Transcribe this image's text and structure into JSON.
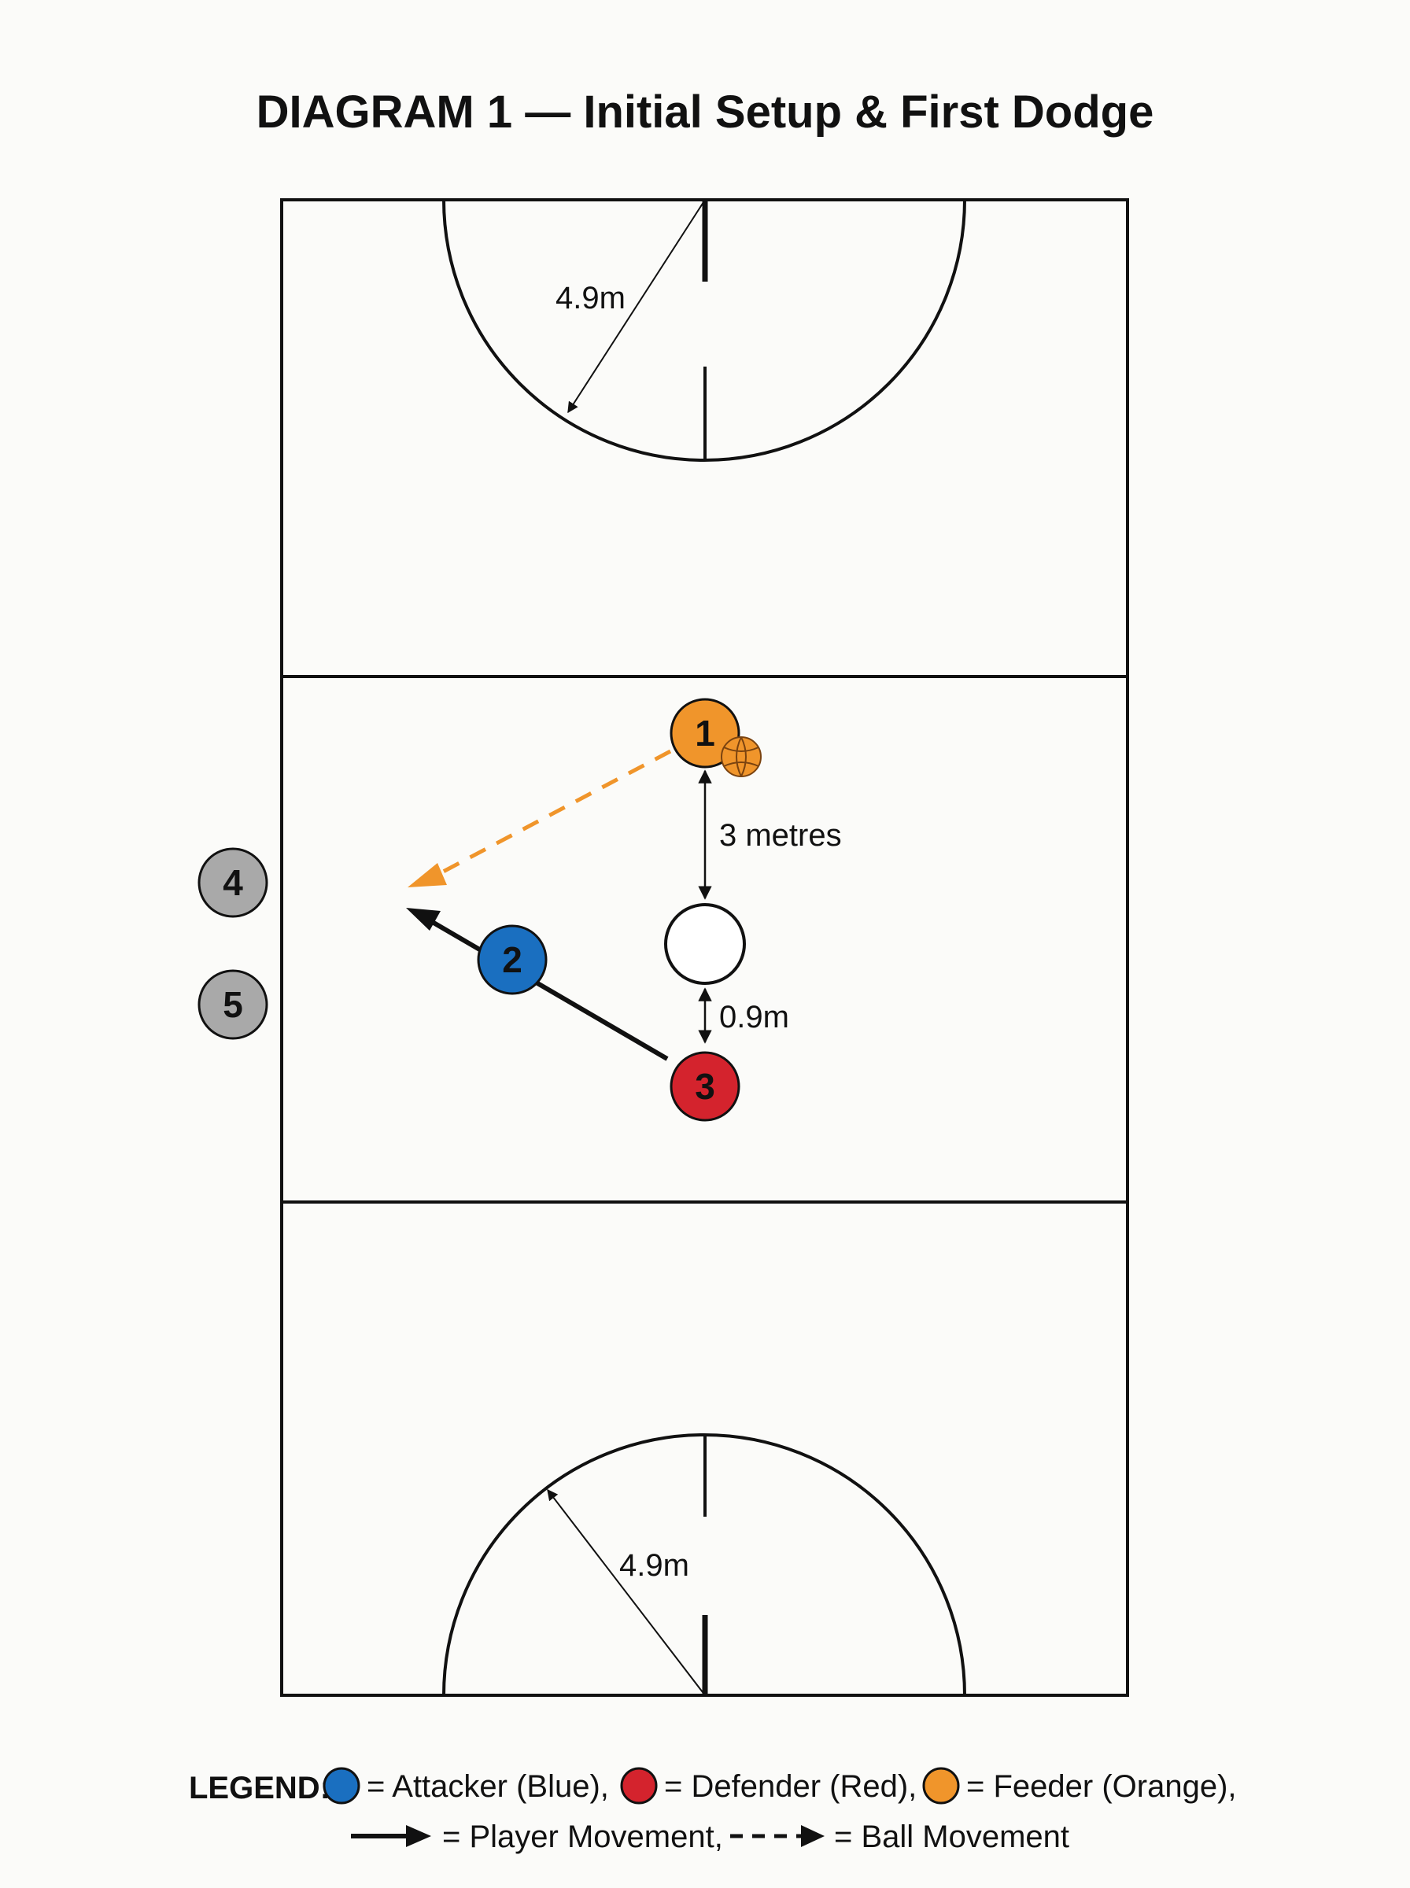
{
  "title": "DIAGRAM 1 — Initial Setup & First Dodge",
  "measurements": {
    "top_circle_radius": "4.9m",
    "bottom_circle_radius": "4.9m",
    "feeder_to_marker": "3 metres",
    "marker_to_defender": "0.9m"
  },
  "players": {
    "feeder": {
      "number": "1",
      "color": "#f0952b"
    },
    "attacker": {
      "number": "2",
      "color": "#1a6fc0"
    },
    "defender": {
      "number": "3",
      "color": "#d4232d"
    },
    "waiting_1": {
      "number": "4",
      "color": "#a9a9a9"
    },
    "waiting_2": {
      "number": "5",
      "color": "#a9a9a9"
    }
  },
  "icons": {
    "ball": "netball-icon",
    "marker": "cone-marker-icon"
  },
  "legend": {
    "heading": "LEGEND:",
    "attacker": "= Attacker (Blue),",
    "defender": "= Defender (Red),",
    "feeder": "= Feeder (Orange),",
    "player_movement": "= Player Movement,",
    "ball_movement": "= Ball Movement"
  }
}
